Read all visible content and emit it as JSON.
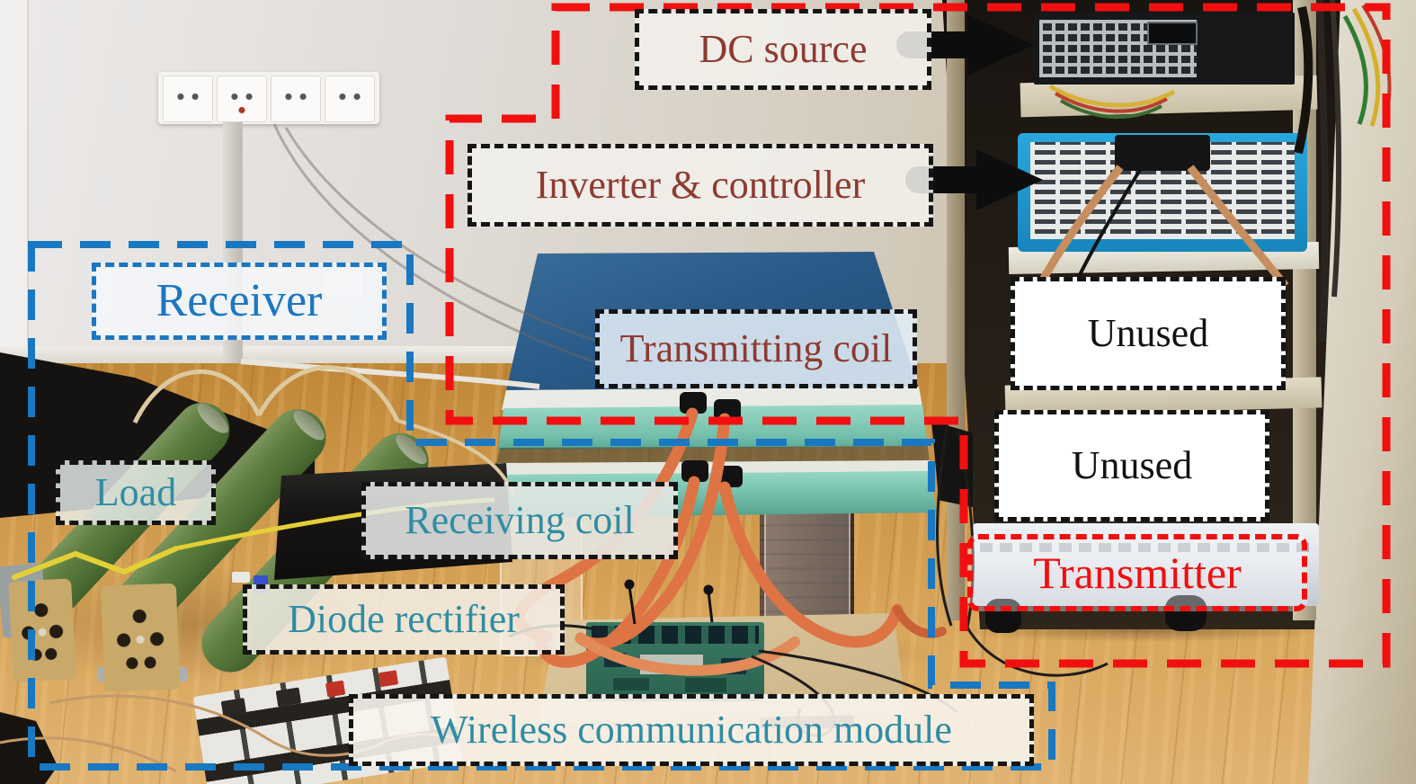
{
  "colors": {
    "region_red": "#f10f0f",
    "region_blue": "#1878c2",
    "label_dark_red": "#8e3a31",
    "label_teal": "#2f8da4",
    "label_blue": "#1b77c2",
    "label_black": "#121212",
    "arrow_black": "#0d0d0d",
    "box_border_black": "#141414"
  },
  "labels": {
    "dc_source": {
      "text": "DC source"
    },
    "inverter_controller": {
      "text": "Inverter & controller"
    },
    "receiver": {
      "text": "Receiver"
    },
    "transmitting_coil": {
      "text": "Transmitting coil"
    },
    "load": {
      "text": "Load"
    },
    "receiving_coil": {
      "text": "Receiving coil"
    },
    "unused_top": {
      "text": "Unused"
    },
    "unused_bottom": {
      "text": "Unused"
    },
    "diode_rectifier": {
      "text": "Diode rectifier"
    },
    "transmitter": {
      "text": "Transmitter"
    },
    "wireless_module": {
      "text": "Wireless communication module"
    }
  }
}
